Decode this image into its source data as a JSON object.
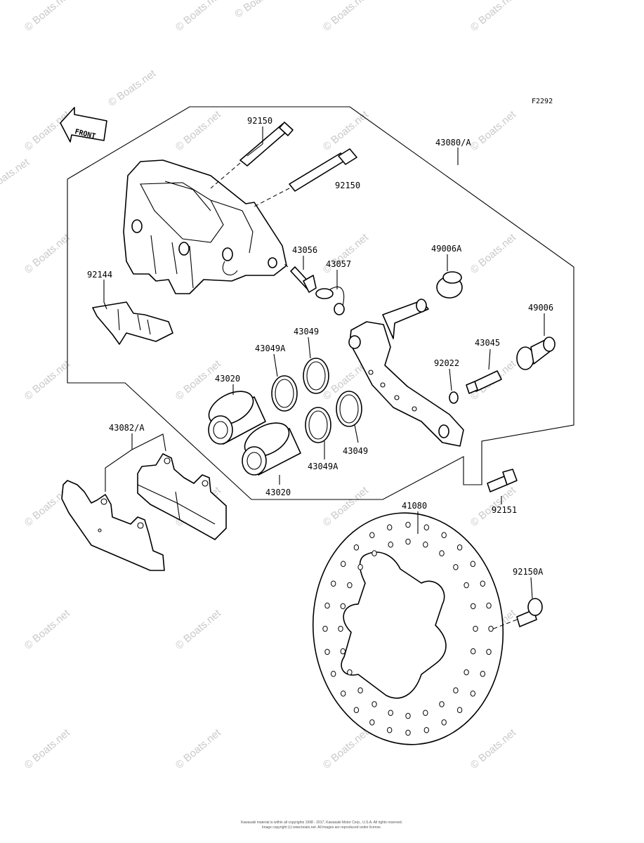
{
  "figure_id": "F2292",
  "front_label": "FRONT",
  "watermark": "© Boats.net",
  "copyright_line1": "Kawasaki material is within all copyrights 1998 - 2017, Kawasaki Motor Corp., U.S.A. All rights reserved.",
  "copyright_line2": "Image copyright (c) www.boats.net. All images are reproduced under license.",
  "parts": {
    "p92150_top": "92150",
    "p92150_mid": "92150",
    "p43080A": "43080/A",
    "p43056": "43056",
    "p43057": "43057",
    "p49006A": "49006A",
    "p92144": "92144",
    "p43049_top": "43049",
    "p43049A_top": "43049A",
    "p49006": "49006",
    "p43045": "43045",
    "p92022": "92022",
    "p43020_top": "43020",
    "p43082A": "43082/A",
    "p43049_bot": "43049",
    "p43049A_bot": "43049A",
    "p43020_bot": "43020",
    "p92151": "92151",
    "p41080": "41080",
    "p92150A": "92150A"
  }
}
